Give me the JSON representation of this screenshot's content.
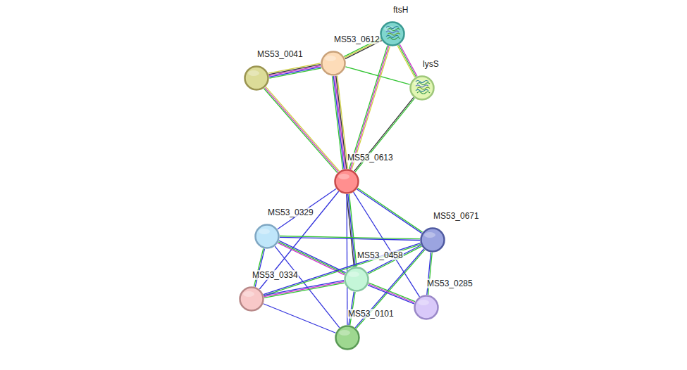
{
  "diagram": {
    "nodes": [
      {
        "text": [
          "ftsH"
        ]
      },
      {
        "text": [
          "MS53_0612"
        ]
      },
      {
        "text": [
          "MS53_0041"
        ]
      },
      {
        "text": [
          "lysS"
        ]
      },
      {
        "text": [
          "MS53_0613"
        ]
      },
      {
        "text": [
          "MS53_0329"
        ]
      },
      {
        "text": [
          "MS53_0671"
        ]
      },
      {
        "text": [
          "MS53_0458"
        ]
      },
      {
        "text": [
          "MS53_0334"
        ]
      },
      {
        "text": [
          "MS53_0285"
        ]
      },
      {
        "text": [
          "MS53_0101"
        ]
      }
    ],
    "edges": [
      {
        "from": 1,
        "to": 2,
        "arrow": "none"
      },
      {
        "from": 1,
        "to": 0,
        "arrow": "none"
      },
      {
        "from": 1,
        "to": 3,
        "arrow": "none"
      },
      {
        "from": 0,
        "to": 3,
        "arrow": "none"
      },
      {
        "from": 4,
        "to": 2,
        "arrow": "none"
      },
      {
        "from": 4,
        "to": 1,
        "arrow": "none"
      },
      {
        "from": 4,
        "to": 0,
        "arrow": "none"
      },
      {
        "from": 4,
        "to": 3,
        "arrow": "none"
      },
      {
        "from": 4,
        "to": 5,
        "arrow": "none"
      },
      {
        "from": 4,
        "to": 6,
        "arrow": "none"
      },
      {
        "from": 4,
        "to": 7,
        "arrow": "none"
      },
      {
        "from": 4,
        "to": 9,
        "arrow": "none"
      },
      {
        "from": 4,
        "to": 10,
        "arrow": "none"
      },
      {
        "from": 4,
        "to": 8,
        "arrow": "none"
      },
      {
        "from": 5,
        "to": 6,
        "arrow": "none"
      },
      {
        "from": 5,
        "to": 7,
        "arrow": "none"
      },
      {
        "from": 5,
        "to": 8,
        "arrow": "none"
      },
      {
        "from": 5,
        "to": 10,
        "arrow": "none"
      },
      {
        "from": 6,
        "to": 7,
        "arrow": "none"
      },
      {
        "from": 6,
        "to": 8,
        "arrow": "none"
      },
      {
        "from": 6,
        "to": 10,
        "arrow": "none"
      },
      {
        "from": 6,
        "to": 9,
        "arrow": "none"
      },
      {
        "from": 7,
        "to": 8,
        "arrow": "none"
      },
      {
        "from": 7,
        "to": 9,
        "arrow": "none"
      },
      {
        "from": 7,
        "to": 10,
        "arrow": "none"
      },
      {
        "from": 8,
        "to": 10,
        "arrow": "none"
      }
    ]
  }
}
